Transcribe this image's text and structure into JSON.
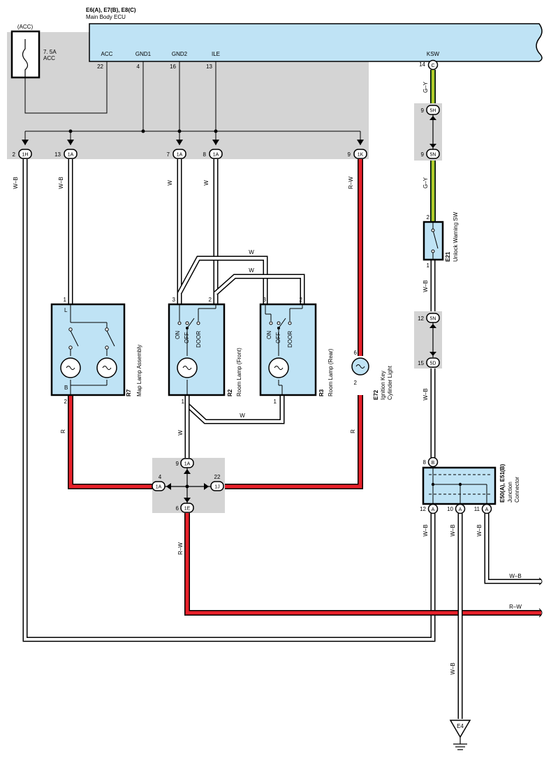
{
  "ecu": {
    "title": "E6(A), E7(B), E8(C)",
    "subtitle": "Main Body ECU",
    "pins": [
      "ACC",
      "GND1",
      "GND2",
      "ILE",
      "KSW"
    ],
    "pin_nums": [
      "22",
      "4",
      "16",
      "13",
      "14"
    ],
    "ksw_conn": "C"
  },
  "fuse": {
    "box_label": "(ACC)",
    "rating": "7. 5A",
    "name": "ACC"
  },
  "junction_top": {
    "connectors": [
      {
        "pin": "2",
        "code": "1H"
      },
      {
        "pin": "13",
        "code": "1A"
      },
      {
        "pin": "7",
        "code": "1A"
      },
      {
        "pin": "8",
        "code": "1A"
      },
      {
        "pin": "9",
        "code": "1K"
      }
    ]
  },
  "wire_colors": {
    "wb": "W–B",
    "w": "W",
    "rw": "R–W",
    "r": "R",
    "gy": "G–Y"
  },
  "components": {
    "r7": {
      "id": "R7",
      "name": "Map Lamp Assembly",
      "pin_top": "1",
      "pin_bottom": "2",
      "term_l": "L",
      "term_b": "B"
    },
    "r2": {
      "id": "R2",
      "name": "Room Lamp (Front)",
      "pin_a": "3",
      "pin_b": "2",
      "pin_c": "1",
      "sw_on": "ON",
      "sw_off": "OFF",
      "sw_door": "DOOR"
    },
    "r3": {
      "id": "R3",
      "name": "Room Lamp (Rear)",
      "pin_a": "3",
      "pin_b": "2",
      "pin_c": "1",
      "sw_on": "ON",
      "sw_off": "OFF",
      "sw_door": "DOOR"
    },
    "e72": {
      "id": "E72",
      "name1": "Ignition Key",
      "name2": "Cylinder Light",
      "pin_top": "6",
      "pin_bottom": "2"
    },
    "e21": {
      "id": "E21",
      "name": "Unlock Warning SW",
      "pin_top": "2",
      "pin_bottom": "1"
    },
    "e50": {
      "id": "E50(A), E51(B)",
      "name1": "Junction",
      "name2": "Connector",
      "pin_top": "8",
      "pin_top_code": "B",
      "pins": [
        {
          "pin": "12",
          "code": "A"
        },
        {
          "pin": "10",
          "code": "A"
        },
        {
          "pin": "11",
          "code": "A"
        }
      ]
    }
  },
  "right_junctions": {
    "upper": [
      {
        "pin": "9",
        "code": "5H"
      },
      {
        "pin": "9",
        "code": "5N"
      }
    ],
    "lower": [
      {
        "pin": "12",
        "code": "5N"
      },
      {
        "pin": "15",
        "code": "5D"
      }
    ]
  },
  "center_junction": {
    "top": {
      "pin": "9",
      "code": "1A"
    },
    "left": {
      "pin": "4",
      "code": "1A"
    },
    "right": {
      "pin": "22",
      "code": "1J"
    },
    "bottom": {
      "pin": "6",
      "code": "1E"
    }
  },
  "ground": {
    "id": "E4"
  },
  "colors": {
    "red_wire": "#e8202a",
    "green_wire": "#7dbf3a",
    "yellow_wire": "#e8d21e",
    "component_fill": "#bfe3f5",
    "junction_fill": "#d4d4d4"
  }
}
